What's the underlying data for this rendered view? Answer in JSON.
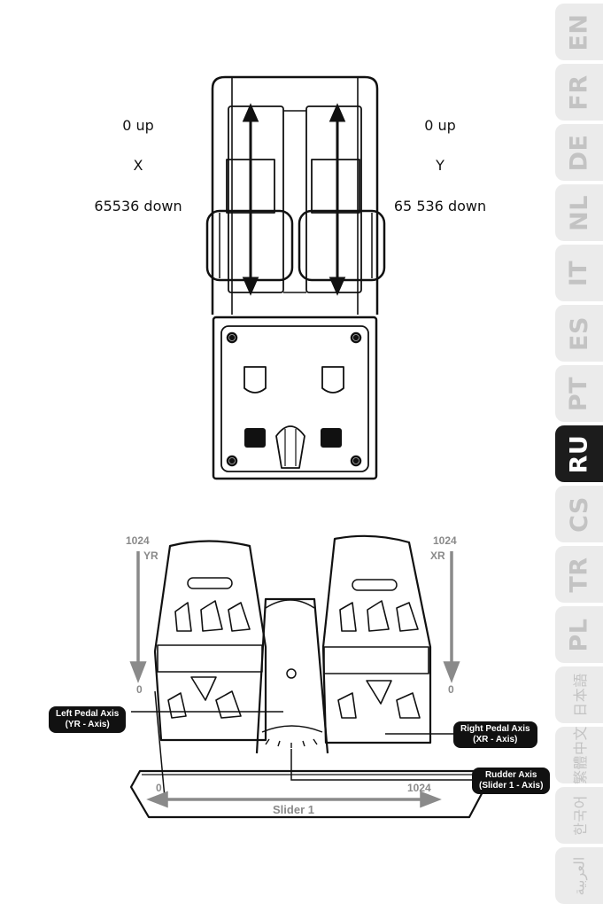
{
  "lang_tabs": [
    "EN",
    "FR",
    "DE",
    "NL",
    "IT",
    "ES",
    "PT",
    "RU",
    "CS",
    "TR",
    "PL",
    "日本語",
    "繁體中文",
    "한국어",
    "العربية"
  ],
  "active_lang": "RU",
  "throttle": {
    "left": {
      "top": "0 up",
      "axis": "X",
      "bottom": "65536 down"
    },
    "right": {
      "top": "0 up",
      "axis": "Y",
      "bottom": "65 536 down"
    }
  },
  "pedals": {
    "yr_max": "1024",
    "yr_name": "YR",
    "yr_min": "0",
    "xr_max": "1024",
    "xr_name": "XR",
    "xr_min": "0",
    "slider_min": "0",
    "slider_max": "1024",
    "slider_name": "Slider 1",
    "left_callout": {
      "line1": "Left Pedal Axis",
      "line2": "(YR - Axis)"
    },
    "right_callout": {
      "line1": "Right Pedal Axis",
      "line2": "(XR - Axis)"
    },
    "rudder_callout": {
      "line1": "Rudder Axis",
      "line2": "(Slider 1 - Axis)"
    }
  },
  "colors": {
    "active_tab": "#1c1c1c",
    "inactive_tab": "#ebebeb",
    "tab_text": "#c3c3c3",
    "axis_gray": "#8a8a8a"
  }
}
